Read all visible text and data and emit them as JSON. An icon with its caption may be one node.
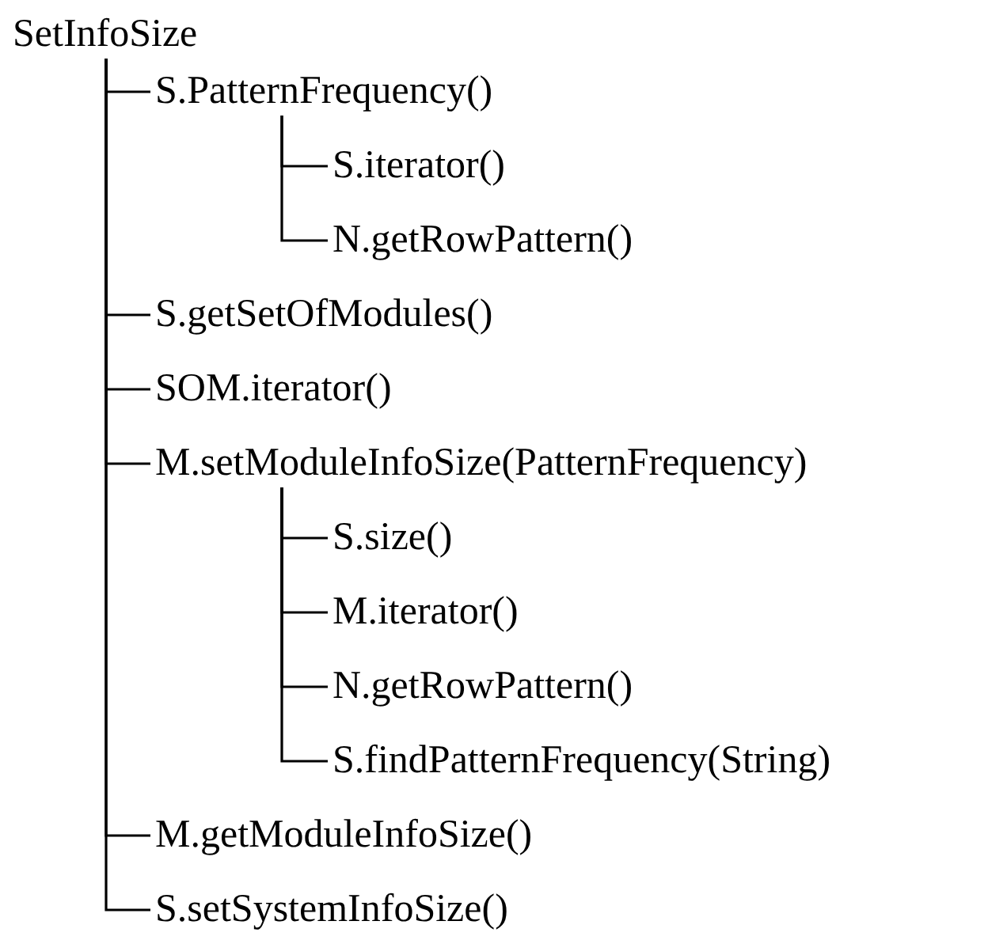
{
  "diagram": {
    "nodes": [
      {
        "text": [
          "SetInfoSize"
        ]
      },
      {
        "text": [
          "S.PatternFrequency()"
        ]
      },
      {
        "text": [
          "S.iterator()"
        ]
      },
      {
        "text": [
          "N.getRowPattern()"
        ]
      },
      {
        "text": [
          "S.getSetOfModules()"
        ]
      },
      {
        "text": [
          "SOM.iterator()"
        ]
      },
      {
        "text": [
          "M.setModuleInfoSize(PatternFrequency)"
        ]
      },
      {
        "text": [
          "S.size()"
        ]
      },
      {
        "text": [
          "M.iterator()"
        ]
      },
      {
        "text": [
          "N.getRowPattern()"
        ]
      },
      {
        "text": [
          "S.findPatternFrequency(String)"
        ]
      },
      {
        "text": [
          "M.getModuleInfoSize()"
        ]
      },
      {
        "text": [
          "S.setSystemInfoSize()"
        ]
      }
    ],
    "edges": [
      {
        "from": 0,
        "to": 1,
        "arrow": "none"
      },
      {
        "from": 1,
        "to": 2,
        "arrow": "none"
      },
      {
        "from": 1,
        "to": 3,
        "arrow": "none"
      },
      {
        "from": 0,
        "to": 4,
        "arrow": "none"
      },
      {
        "from": 0,
        "to": 5,
        "arrow": "none"
      },
      {
        "from": 0,
        "to": 6,
        "arrow": "none"
      },
      {
        "from": 6,
        "to": 7,
        "arrow": "none"
      },
      {
        "from": 6,
        "to": 8,
        "arrow": "none"
      },
      {
        "from": 6,
        "to": 9,
        "arrow": "none"
      },
      {
        "from": 6,
        "to": 10,
        "arrow": "none"
      },
      {
        "from": 0,
        "to": 11,
        "arrow": "none"
      },
      {
        "from": 0,
        "to": 12,
        "arrow": "none"
      }
    ]
  }
}
